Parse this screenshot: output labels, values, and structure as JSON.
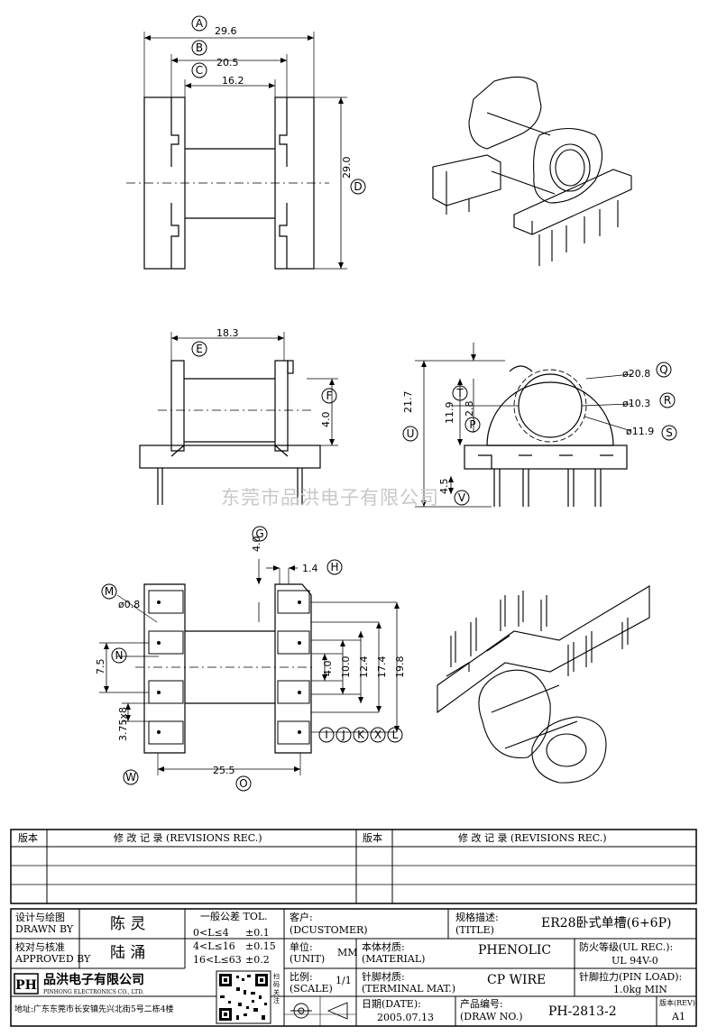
{
  "watermark": "东莞市品洪电子有限公司",
  "dimensions": {
    "top_view": {
      "a": "29.6",
      "b": "20.5",
      "c": "16.2",
      "d": "29.0"
    },
    "front_view": {
      "e": "18.3",
      "f": "4.0"
    },
    "side_view": {
      "u": "21.7",
      "t": "11.9",
      "p": "2.8",
      "v": "4.5",
      "q": "ø20.8",
      "r": "ø10.3",
      "s": "ø11.9"
    },
    "bottom_view": {
      "g": "4.0",
      "h": "1.4",
      "m": "ø0.8",
      "n": "7.5",
      "w": "3.75x8",
      "o": "25.5",
      "i": "4.0",
      "j": "10.0",
      "k": "12.4",
      "x": "17.4",
      "l": "19.8"
    }
  },
  "callouts": [
    "A",
    "B",
    "C",
    "D",
    "E",
    "F",
    "G",
    "H",
    "I",
    "J",
    "K",
    "X",
    "L",
    "M",
    "N",
    "O",
    "P",
    "Q",
    "R",
    "S",
    "T",
    "U",
    "V",
    "W"
  ],
  "revision_table": {
    "col1": "版本",
    "col2": "修 改 记 录 (REVISIONS REC.)",
    "col3": "版本",
    "col4": "修 改 记 录 (REVISIONS REC.)"
  },
  "title_block": {
    "drawn_by_label": "设计与绘图",
    "drawn_by_label_en": "DRAWN BY",
    "drawn_by": "陈 灵",
    "approved_by_label": "校对与核准",
    "approved_by_label_en": "APPROVED BY",
    "approved_by": "陆 涌",
    "tol_title": "一般公差 TOL.",
    "tol_rows": [
      {
        "range": "0<L≤4",
        "value": "±0.1"
      },
      {
        "range": "4<L≤16",
        "value": "±0.15"
      },
      {
        "range": "16<L≤63",
        "value": "±0.2"
      }
    ],
    "customer_label": "客户:",
    "customer_label_en": "(DCUSTOMER)",
    "title_label": "规格描述:",
    "title_label_en": "(TITLE)",
    "title": "ER28卧式单槽(6+6P)",
    "unit_label": "单位:",
    "unit_label_en": "(UNIT)",
    "unit": "MM",
    "material_label": "本体材质:",
    "material_label_en": "(MATERIAL)",
    "material": "PHENOLIC",
    "fire_label": "防火等级(UL REC.):",
    "fire": "UL 94V-0",
    "scale_label": "比例:",
    "scale_label_en": "(SCALE)",
    "scale": "1/1",
    "terminal_label": "针脚材质:",
    "terminal_label_en": "(TERMINAL MAT.)",
    "terminal": "CP WIRE",
    "pin_load_label": "针脚拉力(PIN LOAD):",
    "pin_load": "1.0kg MIN",
    "company_cn": "品洪电子有限公司",
    "company_en": "PINHONG ELECTRONICS CO., LTD.",
    "logo": "PH",
    "qr_side_text": "扫码关注",
    "address": "地址:广东东莞市长安镇先兴北街5号二栋4楼",
    "date_label": "日期(DATE):",
    "date": "2005.07.13",
    "drawno_label": "产品编号:",
    "drawno_label_en": "(DRAW NO.)",
    "drawno": "PH-2813-2",
    "rev_label": "版本(REV):",
    "rev": "A1"
  }
}
